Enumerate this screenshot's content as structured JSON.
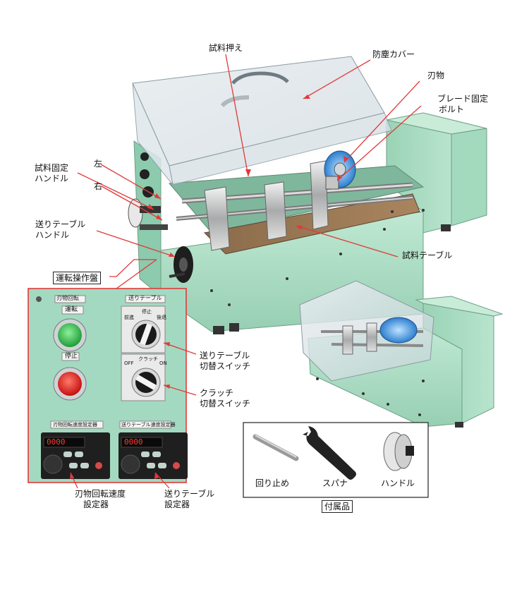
{
  "labels": {
    "sample_presser": "試料押え",
    "dust_cover": "防塵カバー",
    "cutter": "刃物",
    "blade_fix_bolt_l1": "ブレード固定",
    "blade_fix_bolt_l2": "ボルト",
    "sample_fix_handle_l1": "試料固定",
    "sample_fix_handle_l2": "ハンドル",
    "left": "左",
    "right": "右",
    "feed_table_handle_l1": "送りテーブル",
    "feed_table_handle_l2": "ハンドル",
    "sample_table": "試料テーブル",
    "control_panel": "運転操作盤",
    "feed_switch_l1": "送りテーブル",
    "feed_switch_l2": "切替スイッチ",
    "clutch_switch_l1": "クラッチ",
    "clutch_switch_l2": "切替スイッチ",
    "cutter_speed_l1": "刃物回転速度",
    "cutter_speed_l2": "設定器",
    "feed_speed_l1": "送りテーブル",
    "feed_speed_l2": "設定器",
    "accessories": "付属品"
  },
  "panel": {
    "cutter_plate": "刃物回転",
    "run_label": "運転",
    "stop_label": "停止",
    "feed_plate": "送りテーブル",
    "feed_sw_left": "前進",
    "feed_sw_mid": "停止",
    "feed_sw_right": "後退",
    "clutch_off": "OFF",
    "clutch_mid": "クラッチ",
    "clutch_on": "ON",
    "cutter_setter_plate": "刃物回転速度設定器",
    "feed_setter_plate": "送りテーブル速度設定器",
    "display_value": "0000"
  },
  "accessory_items": [
    "回り止め",
    "スパナ",
    "ハンドル"
  ],
  "colors": {
    "machine_green": "#a9dcc4",
    "panel_border": "#e03a3a",
    "run_button": "#37b24d",
    "stop_button": "#e02020"
  }
}
